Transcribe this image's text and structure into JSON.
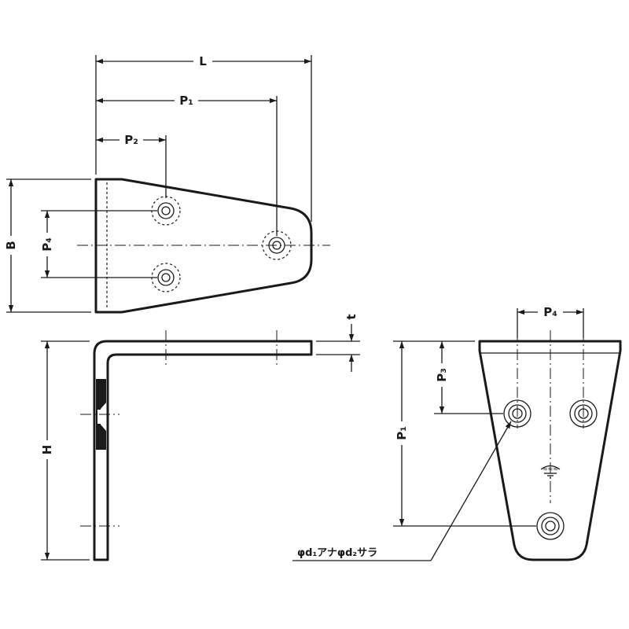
{
  "dimensions": {
    "L": "L",
    "P1": "P₁",
    "P2": "P₂",
    "P3": "P₃",
    "P4": "P₄",
    "B": "B",
    "H": "H",
    "t": "t"
  },
  "note": "φd₁アナφd₂サラ",
  "colors": {
    "ink": "#1a1a1a",
    "background": "#ffffff"
  }
}
